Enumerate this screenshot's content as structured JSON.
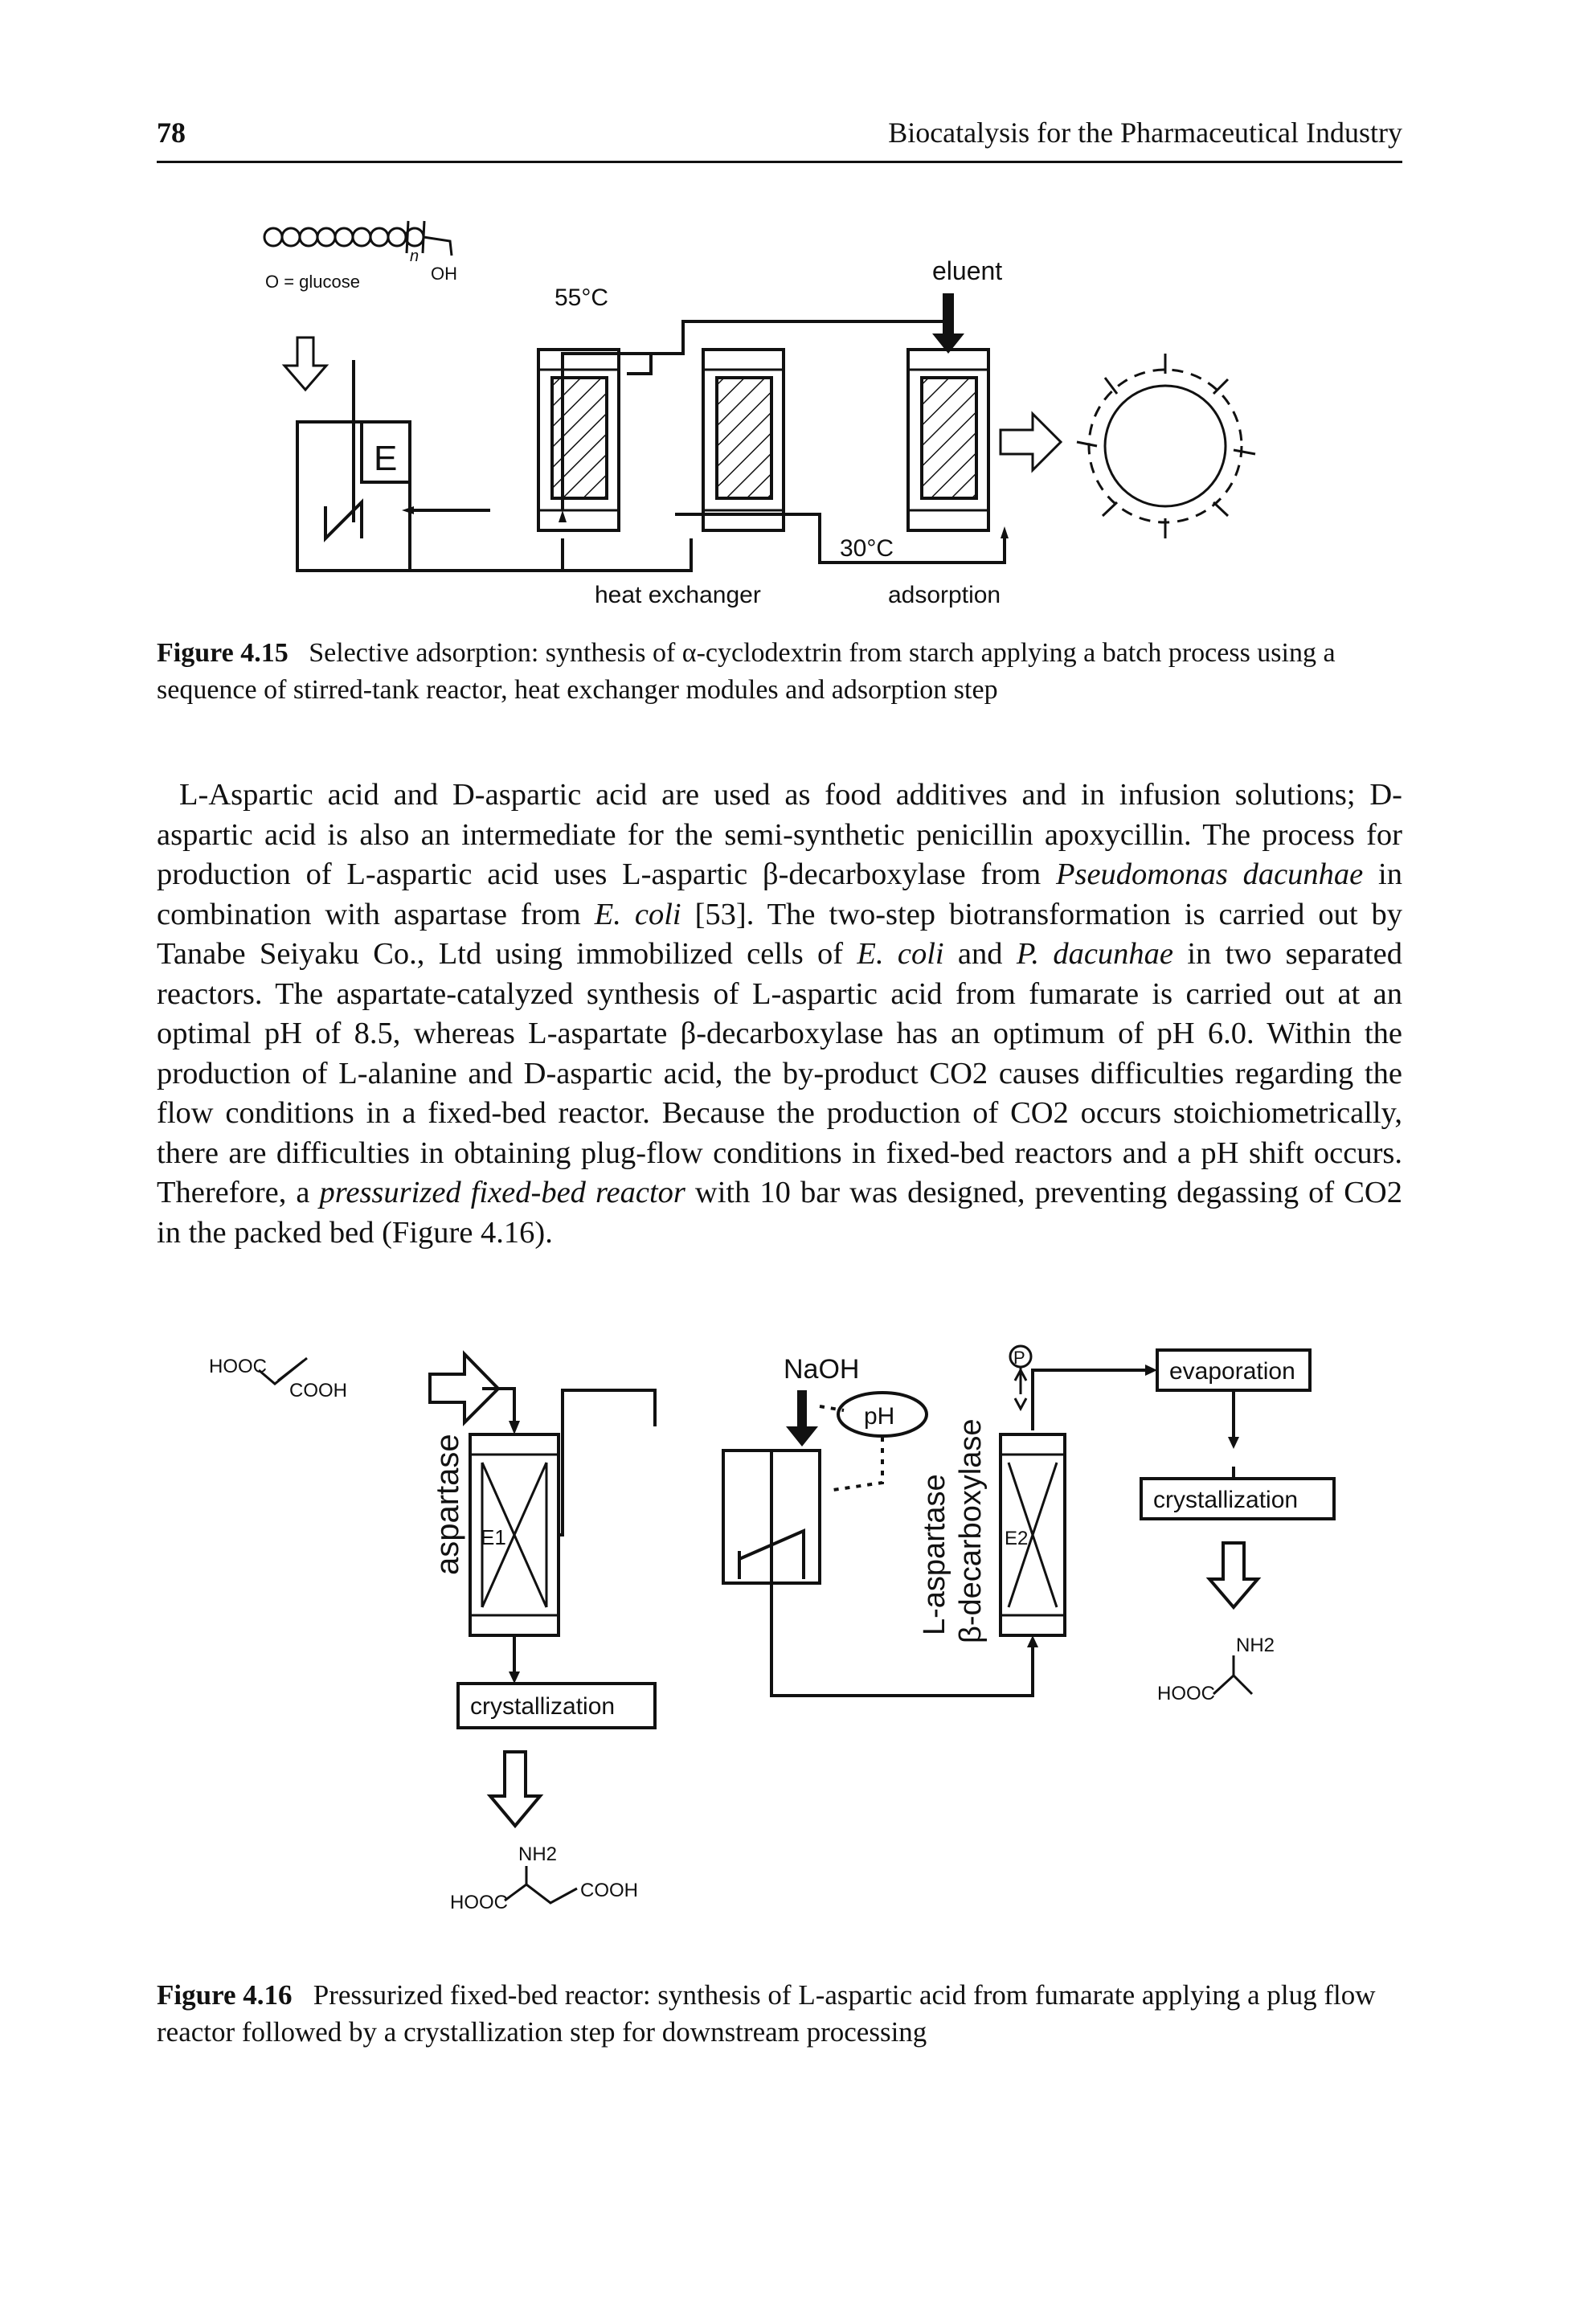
{
  "header": {
    "page_number": "78",
    "book_title": "Biocatalysis for the Pharmaceutical Industry"
  },
  "figure1": {
    "legend_glucose": "O = glucose",
    "oh_label": "OH",
    "n_label": "n",
    "temp_hot": "55°C",
    "temp_cold": "30°C",
    "eluent": "eluent",
    "reactor_label": "E",
    "heat_exchanger": "heat exchanger",
    "adsorption": "adsorption",
    "caption_label": "Figure 4.15",
    "caption_text": "Selective adsorption: synthesis of α-cyclodextrin from starch applying a batch process using a sequence of stirred-tank reactor, heat exchanger modules and adsorption step"
  },
  "body": {
    "p1": "L-Aspartic acid and D-aspartic acid are used as food additives and in infusion solutions; D-aspartic acid is also an intermediate for the semi-synthetic penicillin apoxycillin. The process for production of L-aspartic acid uses L-aspartic β-decarboxylase from",
    "p1_italic1": "Pseudomonas dacunhae",
    "p2": "in combination with aspartase from",
    "p2_italic": "E. coli",
    "p3": "[53]. The two-step biotransformation is carried out by Tanabe Seiyaku Co., Ltd using immobilized cells of",
    "p3_italic1": "E. coli",
    "p3_and": "and",
    "p3_italic2": "P. dacunhae",
    "p4": "in two separated reactors. The aspartate-catalyzed synthesis of L-aspartic acid from fumarate is carried out at an optimal pH of 8.5, whereas L-aspartate β-decarboxylase has an optimum of pH 6.0. Within the production of L-alanine and D-aspartic acid, the by-product CO2 causes difficulties regarding the flow conditions in a fixed-bed reactor. Because the production of CO2 occurs stoichiometrically, there are difficulties in obtaining plug-flow conditions in fixed-bed reactors and a pH shift occurs. Therefore, a",
    "p4_italic": "pressurized fixed-bed reactor",
    "p5": "with 10 bar was designed, preventing degassing of CO2 in the packed bed (Figure 4.16)."
  },
  "figure2": {
    "fumarate": "HOOC      COOH",
    "fumarate_left": "HOOC",
    "fumarate_right": "COOH",
    "naoh": "NaOH",
    "ph": "pH",
    "pressure": "P",
    "aspartase": "aspartase",
    "e1": "E1",
    "e2": "E2",
    "l_aspartase": "L-aspartase",
    "beta_decarboxylase": "β-decarboxylase",
    "evaporation": "evaporation",
    "crystallization_right": "crystallization",
    "crystallization_left": "crystallization",
    "nh2_1": "NH2",
    "hooc_1": "HOOC",
    "cooh_1": "COOH",
    "nh2_2": "NH2",
    "hooc_2": "HOOC",
    "caption_label": "Figure 4.16",
    "caption_text": "Pressurized fixed-bed reactor: synthesis of L-aspartic acid from fumarate applying a plug flow reactor followed by a crystallization step for downstream processing"
  }
}
